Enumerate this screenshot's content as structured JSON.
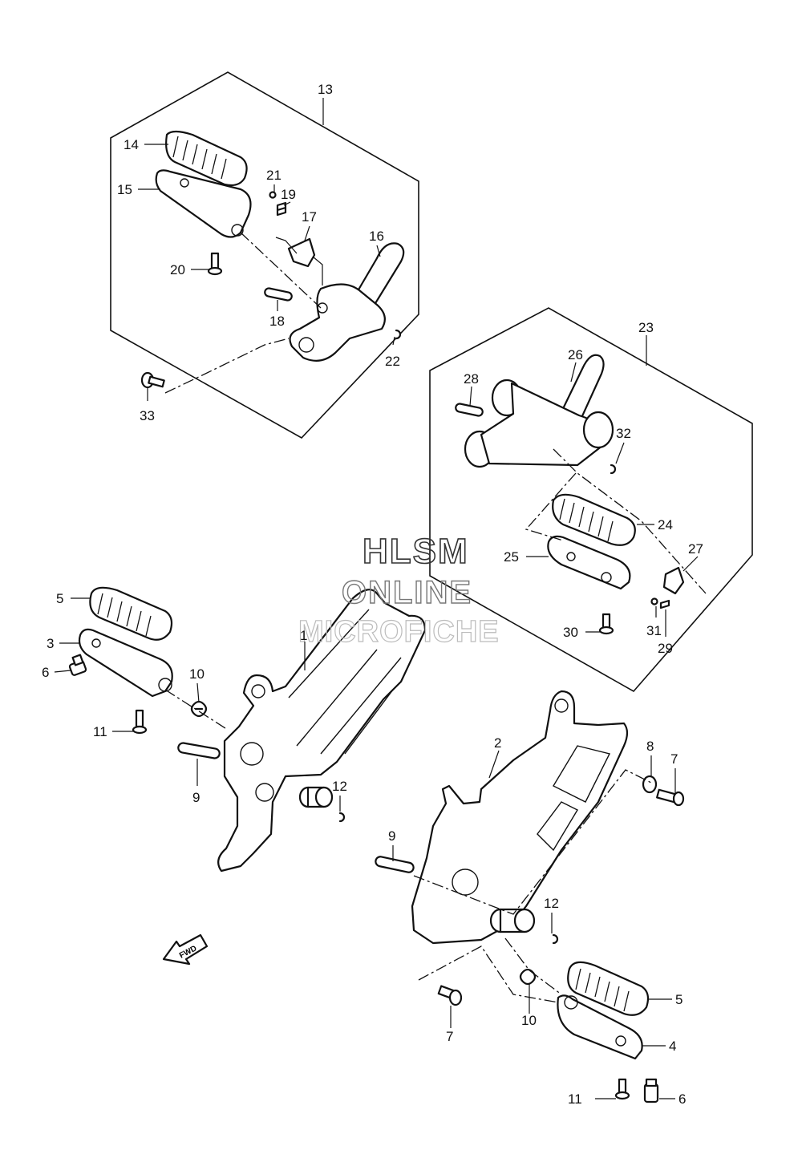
{
  "watermark": {
    "line1": "HLSM",
    "line2": "ONLINE",
    "line3": "MICROFICHE"
  },
  "fwd_label": "FWD",
  "callouts": {
    "c1": "1",
    "c2": "2",
    "c3": "3",
    "c4": "4",
    "c5a": "5",
    "c5b": "5",
    "c6a": "6",
    "c6b": "6",
    "c7a": "7",
    "c7b": "7",
    "c8": "8",
    "c9a": "9",
    "c9b": "9",
    "c10a": "10",
    "c10b": "10",
    "c11a": "11",
    "c11b": "11",
    "c12a": "12",
    "c12b": "12",
    "c13": "13",
    "c14": "14",
    "c15": "15",
    "c16": "16",
    "c17": "17",
    "c18": "18",
    "c19": "19",
    "c20": "20",
    "c21": "21",
    "c22": "22",
    "c23": "23",
    "c24": "24",
    "c25": "25",
    "c26": "26",
    "c27": "27",
    "c28": "28",
    "c29": "29",
    "c30": "30",
    "c31": "31",
    "c32": "32",
    "c33": "33"
  }
}
